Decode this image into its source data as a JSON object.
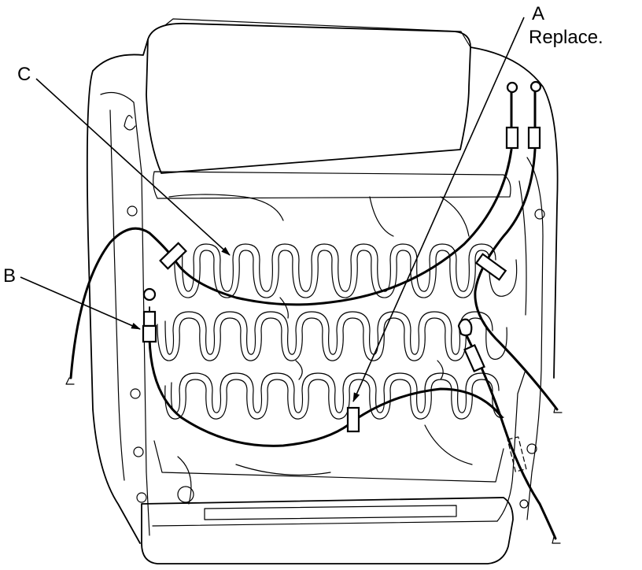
{
  "callouts": {
    "a": {
      "letter": "A",
      "note": "Replace."
    },
    "b": {
      "letter": "B"
    },
    "c": {
      "letter": "C"
    }
  },
  "colors": {
    "line": "#000000",
    "background": "#ffffff"
  }
}
